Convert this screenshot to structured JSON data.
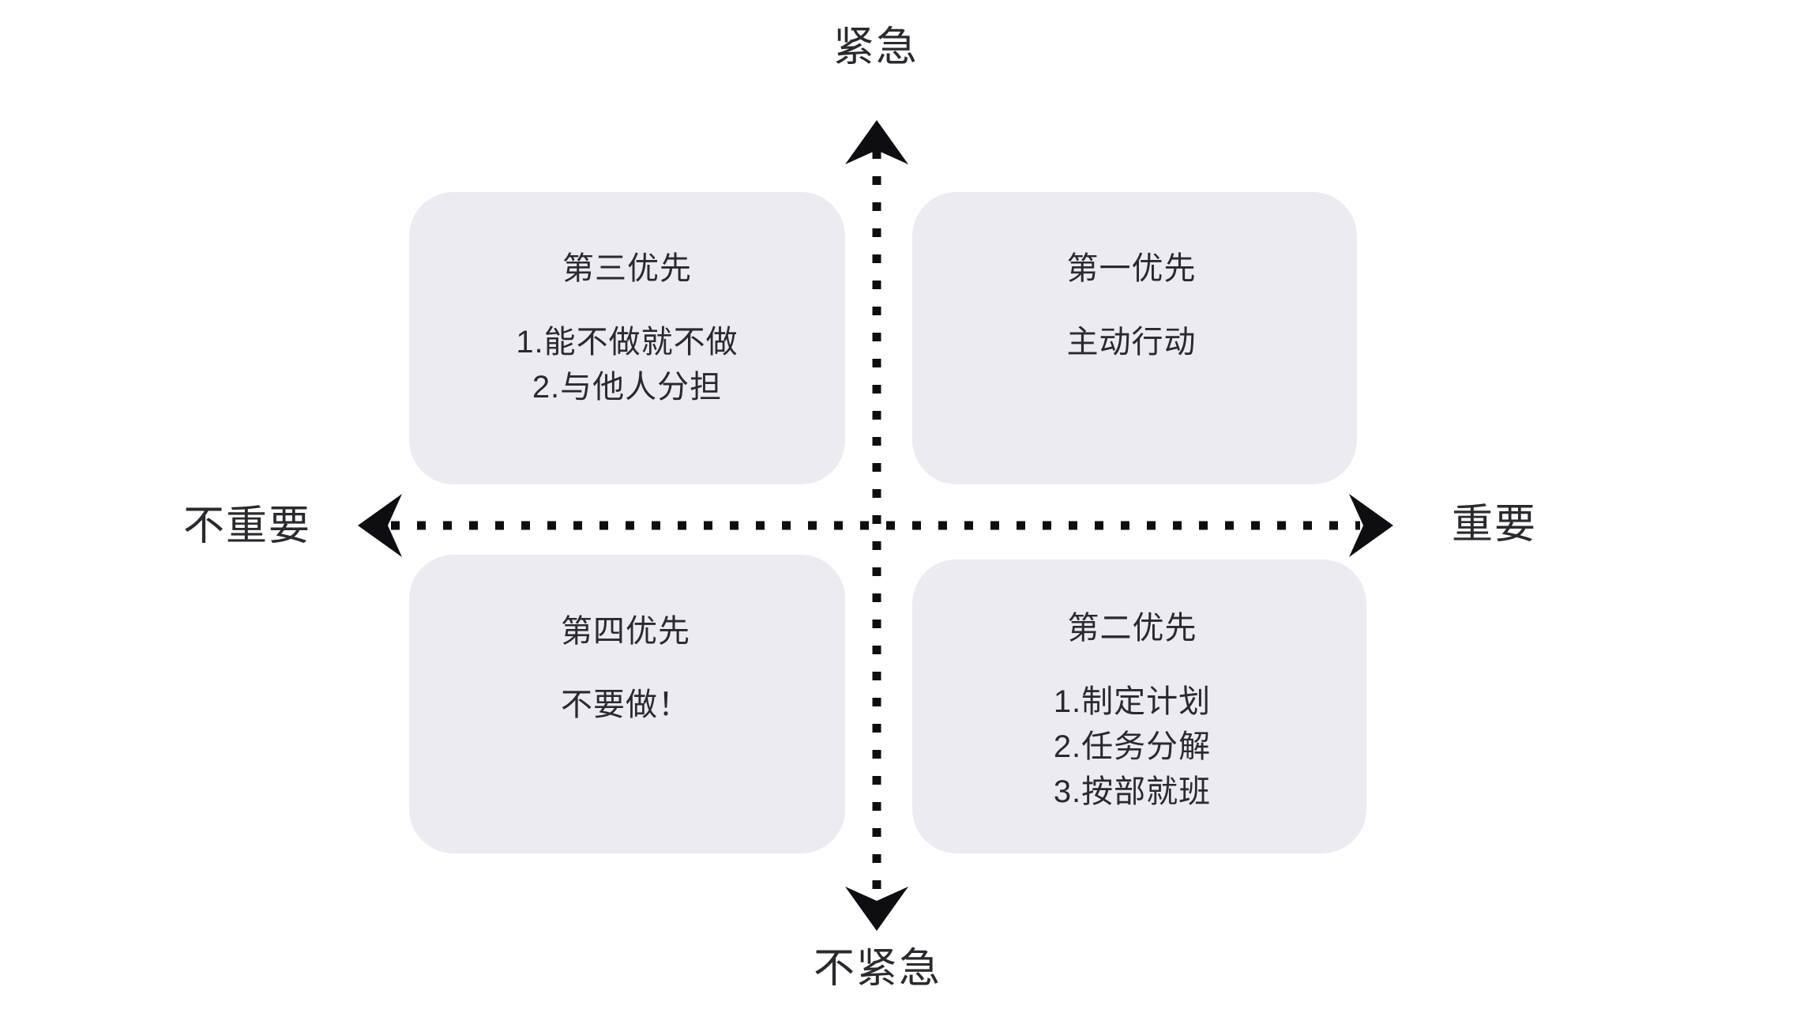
{
  "diagram": {
    "type": "eisenhower-matrix",
    "background_color": "#ffffff",
    "box_color": "#ebebf1",
    "text_color": "#2a2a2e",
    "axes": {
      "vertical": {
        "top_label": "紧急",
        "bottom_label": "不紧急",
        "style": "dotted-double-arrow"
      },
      "horizontal": {
        "left_label": "不重要",
        "right_label": "重要",
        "style": "dotted-double-arrow"
      }
    },
    "quadrants": [
      {
        "id": "third",
        "position": "top-left",
        "title": "第三优先",
        "lines": [
          "1.能不做就不做",
          "2.与他人分担"
        ]
      },
      {
        "id": "first",
        "position": "top-right",
        "title": "第一优先",
        "lines": [
          "主动行动"
        ]
      },
      {
        "id": "fourth",
        "position": "bottom-left",
        "title": "第四优先",
        "lines": [
          "不要做！"
        ]
      },
      {
        "id": "second",
        "position": "bottom-right",
        "title": "第二优先",
        "lines": [
          "1.制定计划",
          "2.任务分解",
          "3.按部就班"
        ]
      }
    ]
  }
}
